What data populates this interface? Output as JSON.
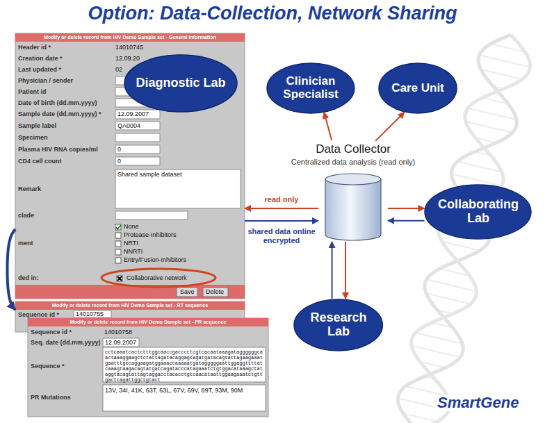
{
  "diagram": {
    "title": "Option: Data-Collection, Network Sharing",
    "nodes": [
      {
        "text": [
          "Modify or delete record from HIV Demo Sample set - General information"
        ]
      },
      {
        "text": [
          "Diagnostic Lab"
        ],
        "in": 0
      },
      {
        "text": [
          "Modify or delete record from HIV Demo Sample set - RT sequence"
        ]
      },
      {
        "text": [
          "Modify or delete record from HIV Demo Sample set - PR sequence"
        ]
      },
      {
        "text": [
          "Clinician Specialist"
        ]
      },
      {
        "text": [
          "Care Unit"
        ]
      },
      {
        "text": [
          "Data Collector",
          "Centralized data analysis (read only)"
        ]
      },
      {
        "text": [
          "Collaborating Lab"
        ]
      },
      {
        "text": [
          "Research Lab"
        ]
      }
    ],
    "edges": [
      {
        "from": 0,
        "to": 2,
        "arrow": "to"
      },
      {
        "from": 6,
        "to": 0,
        "label": "read only",
        "arrow": "to"
      },
      {
        "from": 0,
        "to": 6,
        "label": "shared data online encrypted",
        "arrow": "to"
      },
      {
        "from": 6,
        "to": 4,
        "arrow": "to"
      },
      {
        "from": 6,
        "to": 5,
        "arrow": "to"
      },
      {
        "from": 6,
        "to": 7,
        "arrow": "to"
      },
      {
        "from": 7,
        "to": 6,
        "arrow": "to"
      },
      {
        "from": 8,
        "to": 6,
        "arrow": "to"
      },
      {
        "from": 6,
        "to": 8,
        "arrow": "to"
      }
    ],
    "labels": [
      "Header id *",
      "14010745",
      "Creation date *",
      "12.09.20",
      "Last updated *",
      "02",
      "Physician / sender",
      "Patient id",
      "Date of birth (dd.mm.yyyy)",
      "Sample date (dd.mm.yyyy) *",
      "12.09.2007",
      "Sample label",
      "QA0004",
      "Specimen",
      "Plasma HIV RNA copies/ml",
      "0",
      "CD4 cell count",
      "0",
      "Remark",
      "Shared sample dataset",
      "clade",
      "ment",
      "None",
      "Protease-Inhibitors",
      "NRTI",
      "NNRTI",
      "Entry/Fusion-Inhibitors",
      "ded in:",
      "Collaborative network",
      "Save",
      "Delete",
      "Sequence id *",
      "14010755",
      "Sequence id *",
      "14010758",
      "Seq. date (dd.mm.yyyy)",
      "12.09.2007",
      "Sequence *",
      "cctcaaatcactctttggcaaccgacccctcgtcacaataaagataggggggcaactaaaggaagctctattagatacaggagcagatgatacagtattagaagaaatgaatttgccaggaagatggaaaccaaaaatgatagggggaattggaggttttatcaaagtaagacagtatgatcagatacccatagaaatctgtggacataaagctataggtacagtattagtaggacctacacctgtcaacataattggaagaaatctgttgactcagattggctgcact",
      "PR Mutations",
      "13V, 34I, 41K, 63T, 63L, 67V, 69V, 89T, 93M, 90M",
      "SmartGene"
    ]
  }
}
